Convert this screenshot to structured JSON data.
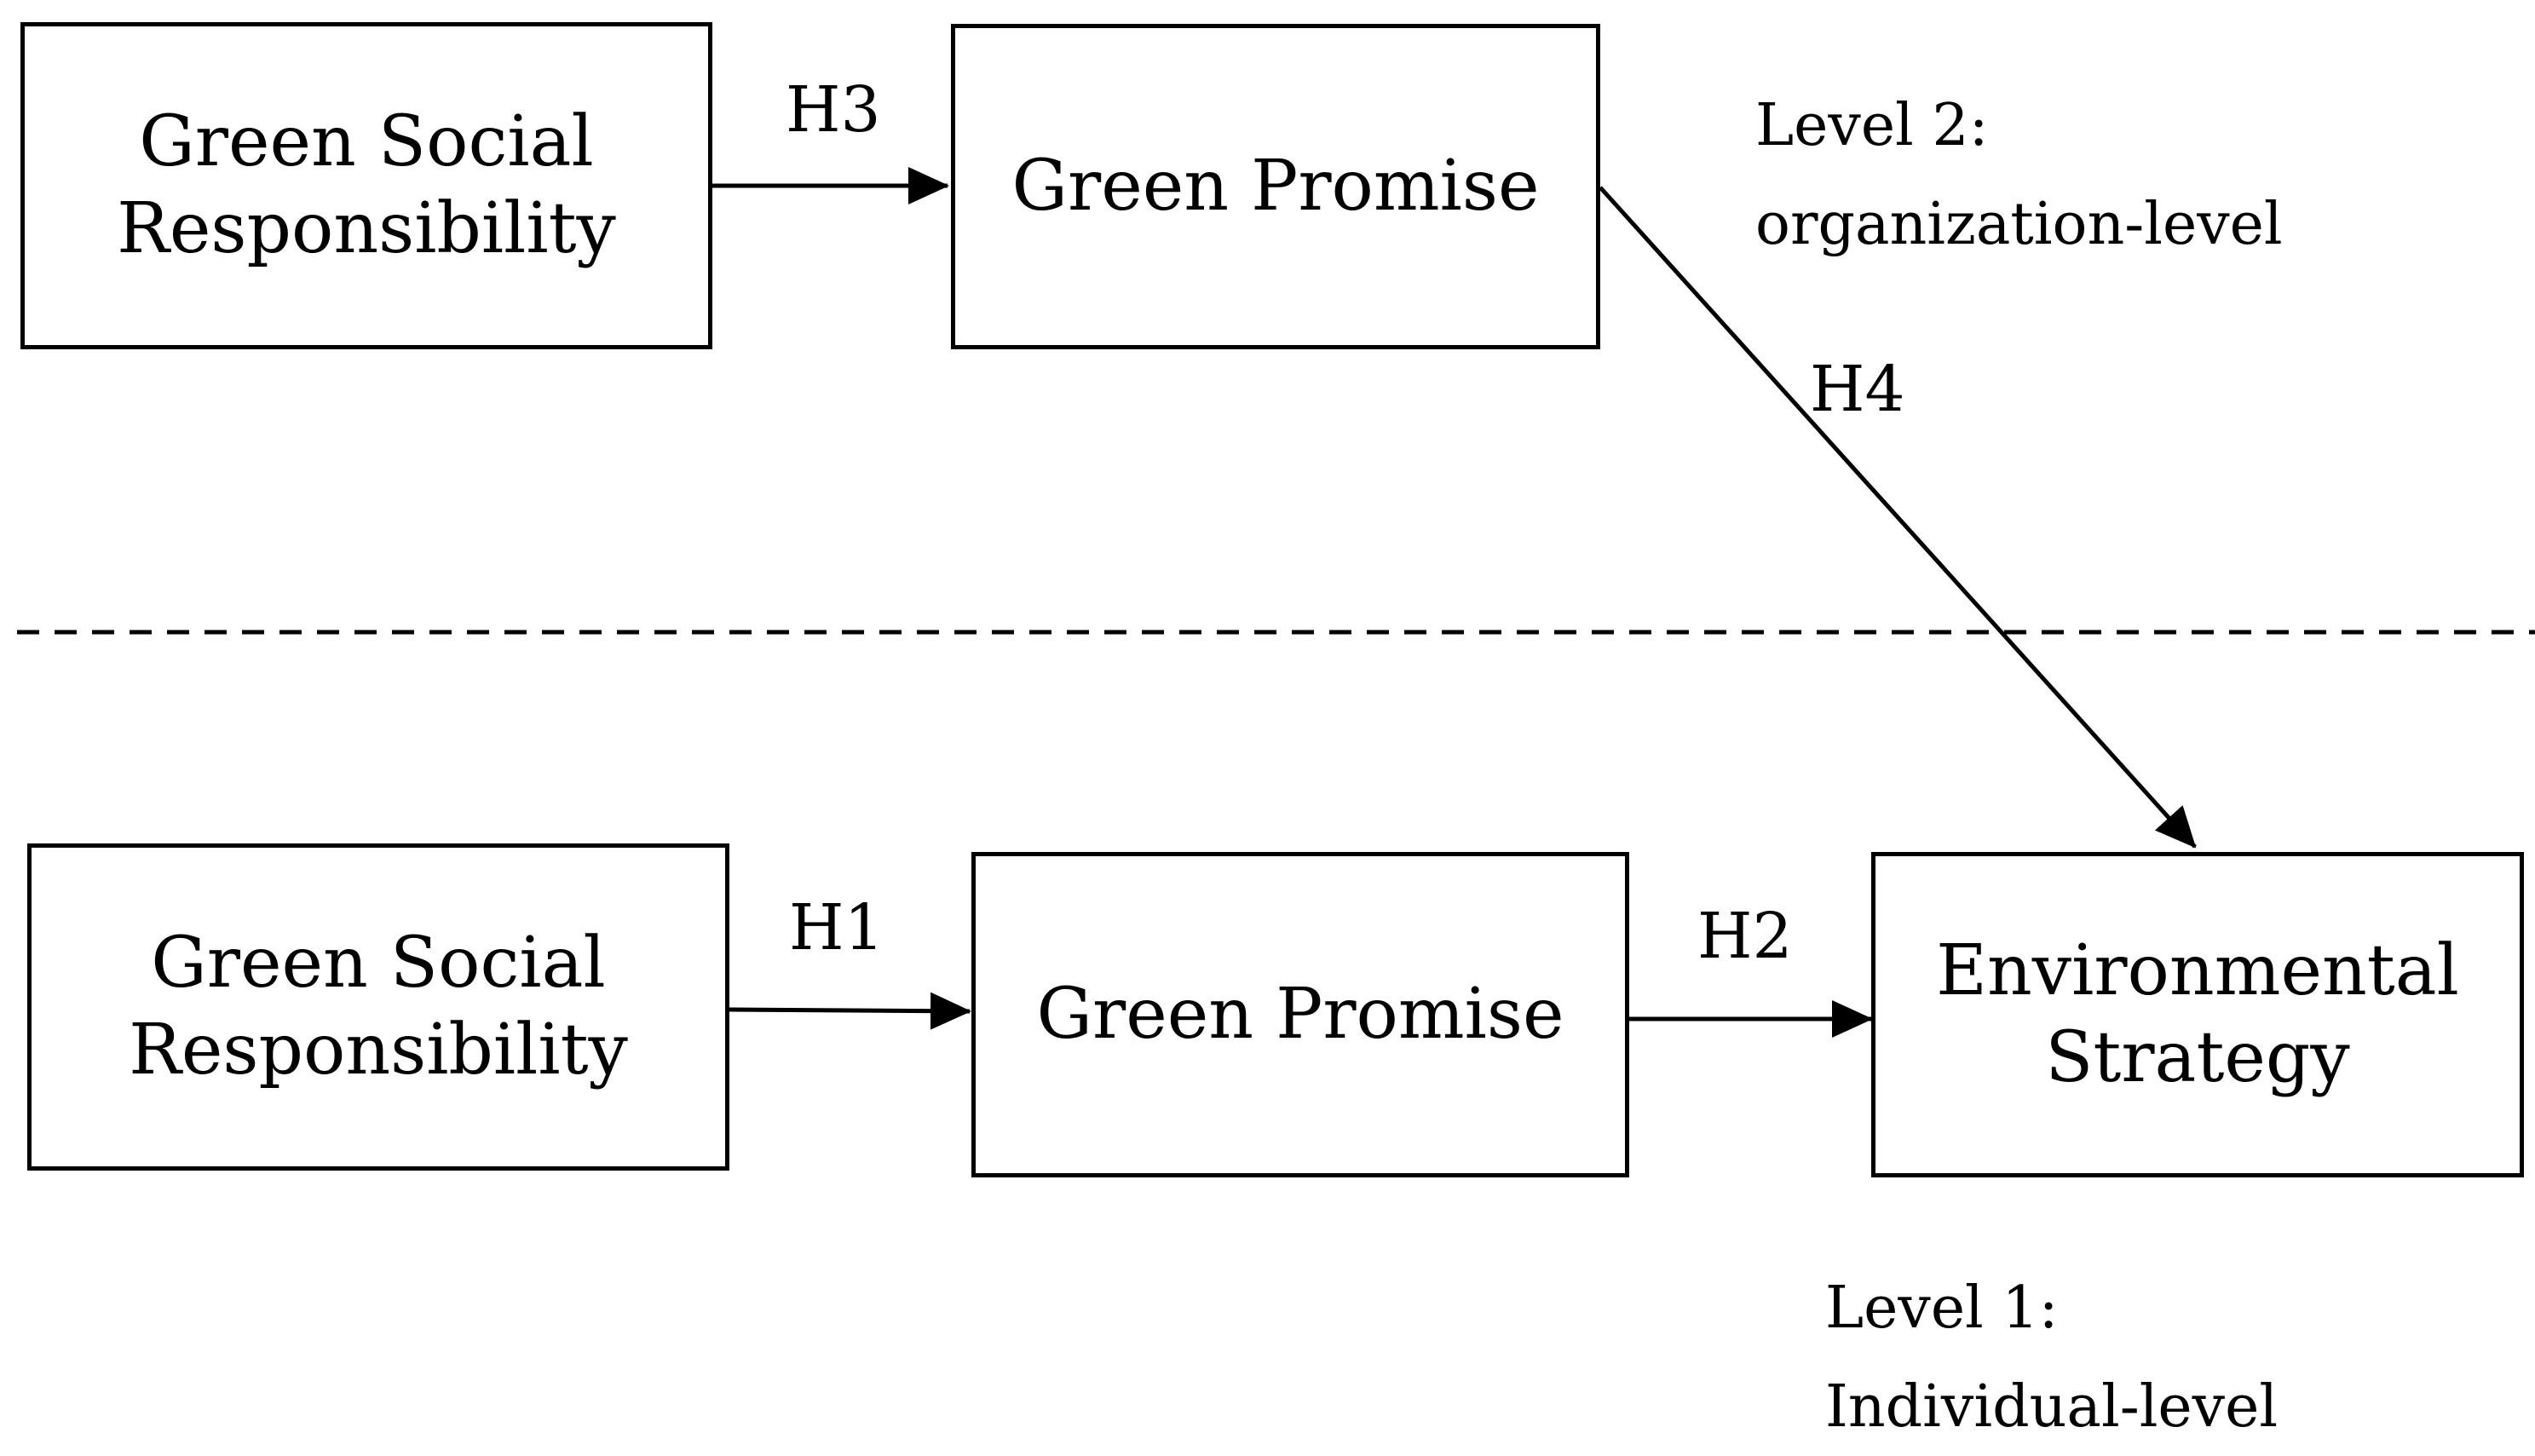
{
  "level2": {
    "box_gsr": {
      "line1": "Green Social",
      "line2": "Responsibility"
    },
    "box_gp": {
      "text": "Green Promise"
    },
    "h3": "H3",
    "h4": "H4",
    "level_label": {
      "line1": "Level 2:",
      "line2": "organization-level"
    }
  },
  "level1": {
    "box_gsr": {
      "line1": "Green Social",
      "line2": "Responsibility"
    },
    "box_gp": {
      "text": "Green Promise"
    },
    "box_es": {
      "line1": "Environmental",
      "line2": "Strategy"
    },
    "h1": "H1",
    "h2": "H2",
    "level_label": {
      "line1": "Level 1:",
      "line2": "Individual-level"
    }
  }
}
